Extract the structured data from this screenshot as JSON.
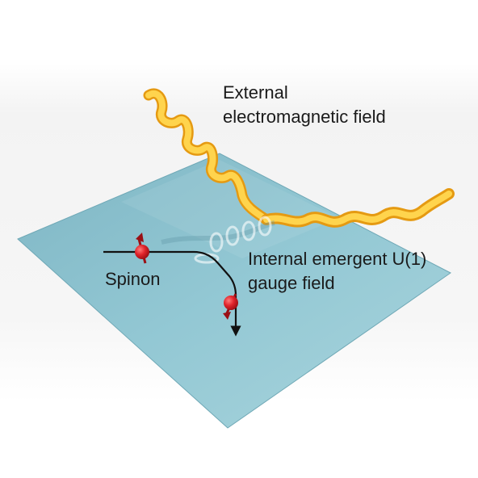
{
  "labels": {
    "external_field": [
      "External",
      "electromagnetic field"
    ],
    "internal_field": [
      "Internal emergent U(1)",
      "gauge field"
    ],
    "spinon": "Spinon"
  },
  "colors": {
    "background_fade": "#f2f2f2",
    "plane": "#8ec3cf",
    "plane_edge": "#6fa8b6",
    "wave_light": "#ffd44d",
    "wave_dark": "#e59a12",
    "spinon": "#e0242b",
    "path": "#111111",
    "text": "#1a1a1a"
  }
}
